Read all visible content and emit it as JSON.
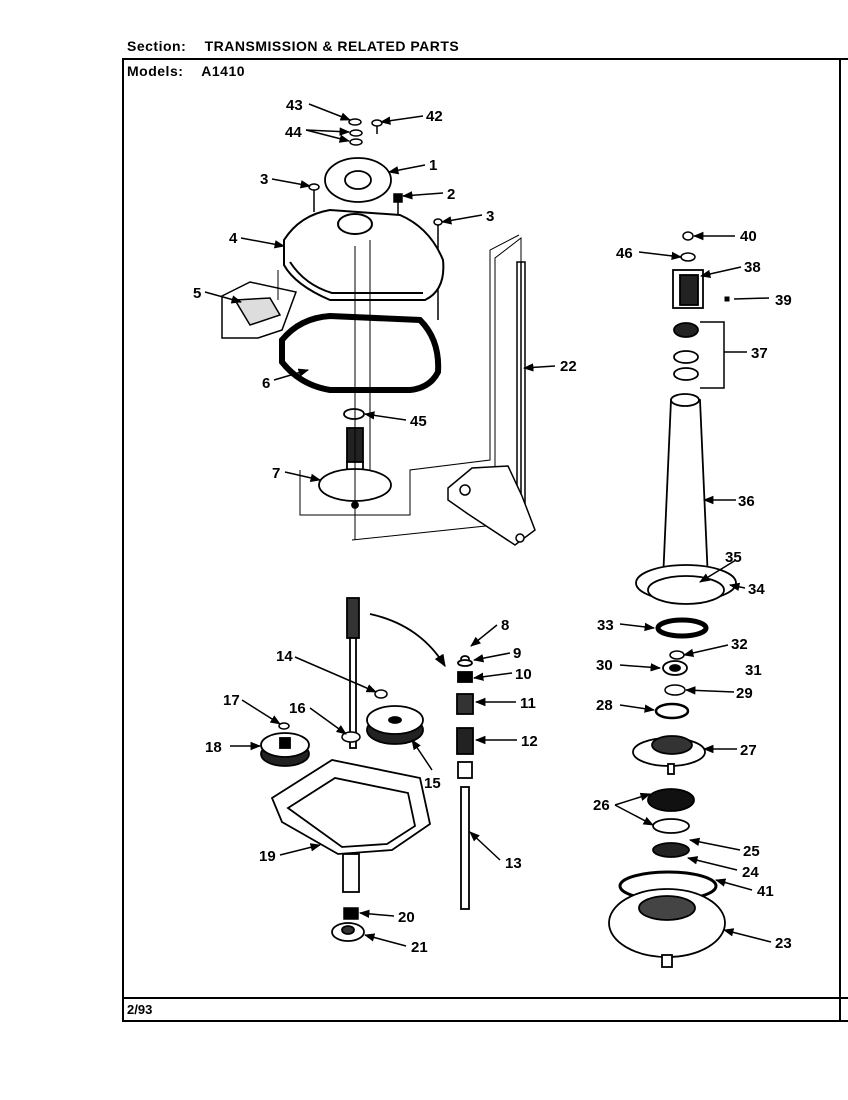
{
  "header": {
    "section_key": "Section:",
    "section_value": "TRANSMISSION & RELATED PARTS",
    "models_key": "Models:",
    "models_value": "A1410"
  },
  "footer": {
    "date": "2/93"
  },
  "callouts": [
    "1",
    "2",
    "3",
    "3",
    "4",
    "5",
    "6",
    "7",
    "8",
    "9",
    "10",
    "11",
    "12",
    "13",
    "14",
    "15",
    "16",
    "17",
    "18",
    "19",
    "20",
    "21",
    "22",
    "23",
    "24",
    "25",
    "26",
    "27",
    "28",
    "29",
    "30",
    "31",
    "32",
    "33",
    "34",
    "35",
    "36",
    "37",
    "38",
    "39",
    "40",
    "41",
    "42",
    "43",
    "44",
    "45",
    "46"
  ]
}
